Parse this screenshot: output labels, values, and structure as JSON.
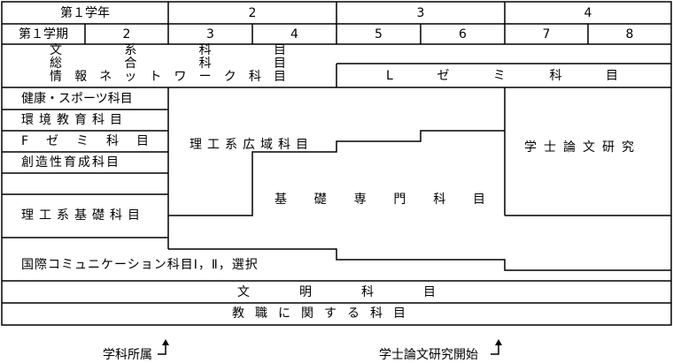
{
  "header": {
    "year_label": "第１学年",
    "years": [
      "2",
      "3",
      "4"
    ],
    "term_label": "第１学期",
    "terms": [
      "2",
      "3",
      "4",
      "5",
      "6",
      "7",
      "8"
    ]
  },
  "top_block": {
    "line1": [
      "文",
      "系",
      "科",
      "目"
    ],
    "line2": [
      "総",
      "合",
      "科",
      "目"
    ],
    "line3": [
      "情",
      "報",
      "ネ",
      "ッ",
      "ト",
      "ワ",
      "ー",
      "ク",
      "科",
      "目"
    ],
    "l_seminar": [
      "L",
      "ゼ",
      "ミ",
      "科",
      "目"
    ]
  },
  "left_items": {
    "health_sports": "健康・スポーツ科目",
    "environment": "環境教育科目",
    "f_seminar": [
      "F",
      "ゼ",
      "ミ",
      "科",
      "目"
    ],
    "creativity": "創造性育成科目",
    "science_basic": "理工系基礎科目"
  },
  "regions": {
    "science_broad": "理工系広域科目",
    "basic_specialty": [
      "基",
      "礎",
      "専",
      "門",
      "科",
      "目"
    ],
    "thesis": "学士論文研究",
    "international": "国際コミュニケーション科目Ⅰ，Ⅱ，選択"
  },
  "bottom_rows": {
    "civilization": [
      "文",
      "明",
      "科",
      "目"
    ],
    "teaching": "教職に関する科目"
  },
  "footnotes": {
    "dept_assignment": "学科所属",
    "thesis_start": "学士論文研究開始"
  }
}
